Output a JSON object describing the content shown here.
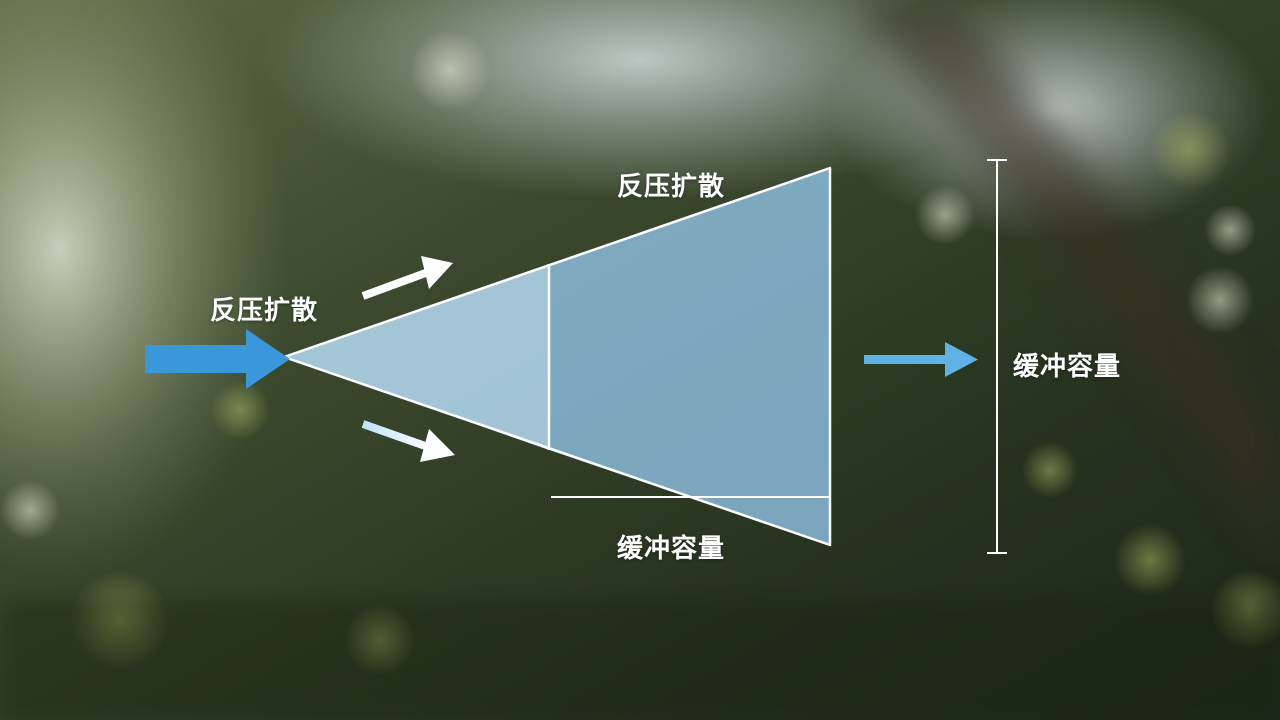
{
  "labels": {
    "top_spread": "反压扩散",
    "left_spread": "反压扩散",
    "bottom_capacity": "缓冲容量",
    "right_capacity": "缓冲容量"
  },
  "colors": {
    "input_arrow": "#3a97da",
    "output_arrow": "#5fb2e6",
    "cone_inner": "#b6dcf3",
    "cone_outer": "#8ebfe1",
    "outline": "#ffffff"
  },
  "icons": [
    "input-arrow-icon",
    "upper-spread-arrow-icon",
    "lower-spread-arrow-icon",
    "output-arrow-icon"
  ]
}
